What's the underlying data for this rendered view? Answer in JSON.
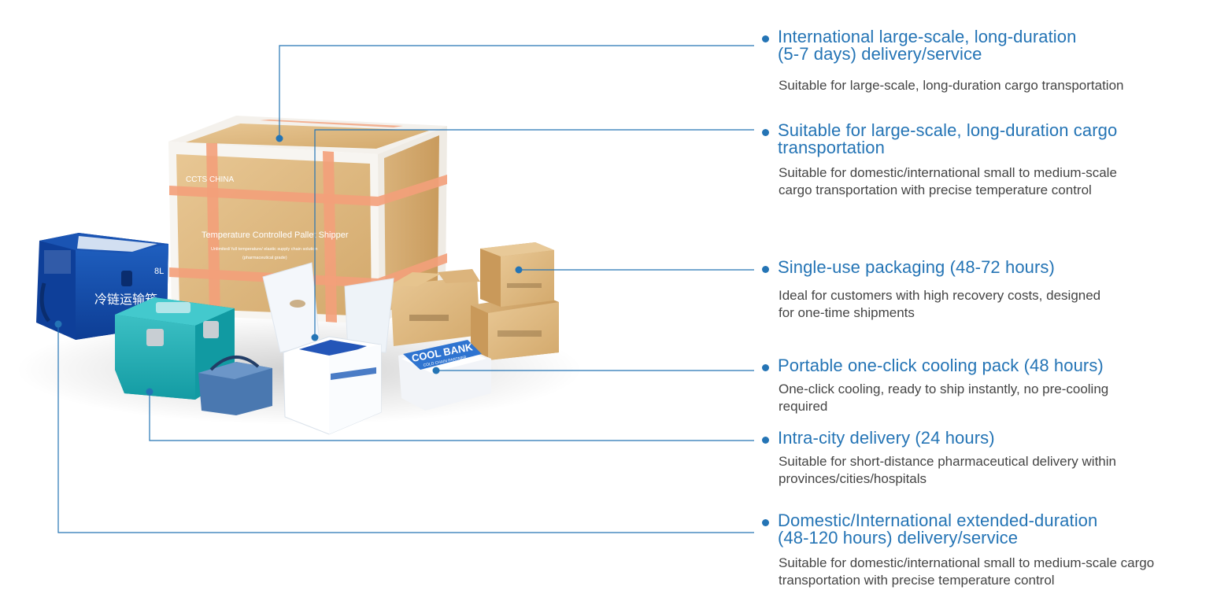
{
  "features": [
    {
      "title": "International large-scale, long-duration\n(5-7 days) delivery/service",
      "desc": "Suitable for large-scale, long-duration cargo transportation"
    },
    {
      "title": "Suitable for large-scale, long-duration cargo\n transportation",
      "desc": "Suitable for domestic/international small to medium-scale\n cargo transportation with precise temperature control"
    },
    {
      "title": "Single-use packaging (48-72 hours)",
      "desc": "Ideal for customers with high recovery costs, designed\n for one-time shipments"
    },
    {
      "title": "Portable one-click cooling pack (48 hours)",
      "desc": "One-click cooling, ready to ship instantly, no pre-cooling\nrequired"
    },
    {
      "title": "Intra-city delivery (24 hours)",
      "desc": "Suitable for short-distance pharmaceutical delivery within\nprovinces/cities/hospitals"
    },
    {
      "title": "Domestic/International extended-duration\n(48-120 hours) delivery/service",
      "desc": "Suitable for domestic/international small to medium-scale cargo\ntransportation with precise temperature control"
    }
  ],
  "product_labels": {
    "pallet_brand": "CCTS CHINA",
    "pallet_name": "Temperature Controlled Pallet Shipper",
    "pallet_sub": "Unlimited/ full temperature/ elastic supply chain solution",
    "pallet_grade": "(pharmaceutical grade)",
    "cooler_size": "8L",
    "cooler_cn": "冷链运输箱",
    "coolbank_title": "COOL BANK",
    "coolbank_sub": "COLD CHAIN PARTNER"
  },
  "colors": {
    "accent": "#2474b5",
    "leader_line": "#2474b5",
    "dot": "#2474b5",
    "desc_text": "#444444"
  }
}
